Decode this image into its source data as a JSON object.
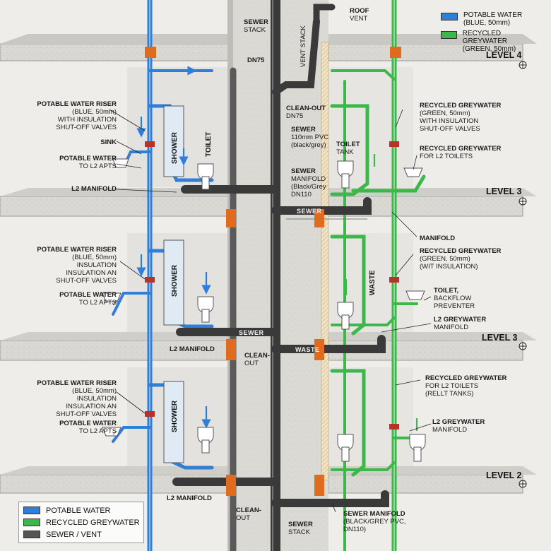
{
  "colors": {
    "potable": "#2f7fd8",
    "greywater": "#3cb84a",
    "sewer": "#4a4a4a",
    "valve": "#b8322a",
    "firestop": "#e06a1e"
  },
  "legend_top": {
    "items": [
      {
        "label": "POTABLE WATER",
        "sub": "(BLUE, 50mm)",
        "color": "#2f7fd8"
      },
      {
        "label": "RECYCLED GREYWATER",
        "sub": "(GREEN, 50mm)",
        "color": "#3cb84a"
      }
    ]
  },
  "legend_bottom": {
    "items": [
      {
        "label": "POTABLE WATER",
        "color": "#2f7fd8"
      },
      {
        "label": "RECYCLED GREYWATER",
        "color": "#3cb84a"
      },
      {
        "label": "SEWER / VENT",
        "color": "#555555"
      }
    ]
  },
  "levels": {
    "l4": "LEVEL 4",
    "l3a": "LEVEL 3",
    "l3b": "LEVEL 3",
    "l2": "LEVEL 2"
  },
  "labels": {
    "sewer_stack_top": [
      "SEWER",
      "STACK"
    ],
    "roof_vent": [
      "ROOF",
      "VENT"
    ],
    "vent_stack": "VENT STACK",
    "dn75": "DN75",
    "clean_out_dn75": [
      "CLEAN-OUT",
      "DN75"
    ],
    "sewer_pvc": [
      "SEWER",
      "110mm PVC",
      "(black/grey)"
    ],
    "sewer_manifold": [
      "SEWER",
      "MANIFOLD",
      "(Black/Grey",
      "DN110"
    ],
    "manifold": "MANIFOLD",
    "rg_riser_top": [
      "RECYCLED GREYWATER",
      "(GREEN, 50mm)",
      "WITH INSULATION",
      "SHUT-OFF VALVES"
    ],
    "toilet_tank": [
      "TOILET",
      "TANK"
    ],
    "rg_for_l2_toilets_top": [
      "RECYCLED GREYWATER",
      "FOR L2 TOILETS"
    ],
    "rg_mid": [
      "RECYCLED GREYWATER",
      "(GREEN, 50mm)",
      "(WIT INSULATION)"
    ],
    "toilet_backflow": [
      "TOILET,",
      "BACKFLOW",
      "PREVENTER"
    ],
    "l2_gw_manifold_mid": [
      "L2 GREYWATER",
      "MANIFOLD"
    ],
    "rg_for_l2_toilets_low": [
      "RECYCLED GREYWATER",
      "FOR L2 TOILETS",
      "(RELLT TANKS)"
    ],
    "l2_gw_manifold_low": [
      "L2 GREYWATER",
      "MANIFOLD"
    ],
    "sewer_manifold_bottom": [
      "SEWER MANIFOLD",
      "(BLACK/GREY PVC,",
      "DN110)"
    ],
    "sewer_stack_bottom": [
      "SEWER",
      "STACK"
    ],
    "clean_out_mid": [
      "CLEAN-",
      "OUT"
    ],
    "clean_out_bottom": [
      "CLEAN-",
      "OUT"
    ],
    "potable_riser_top": [
      "POTABLE WATER RISER",
      "(BLUE, 50mm)",
      "WITH INSULATION",
      "SHUT-OFF VALVES"
    ],
    "sink": "SINK",
    "potable_to_l2_top": [
      "POTABLE WATER",
      "TO L2 APTS"
    ],
    "l2_manifold_top": "L2 MANIFOLD",
    "potable_riser_mid": [
      "POTABLE WATER RISER",
      "(BLUE, 50mm)",
      "INSULATION",
      "INSULATION AN",
      "SHUT-OFF VALVES"
    ],
    "potable_to_l2_mid": [
      "POTABLE WATER",
      "TO L2 APTS"
    ],
    "l2_manifold_mid": "L2 MANIFOLD",
    "potable_riser_low": [
      "POTABLE WATER RISER",
      "(BLUE, 50mm)",
      "INSULATION",
      "INSULATION AN",
      "SHUT-OFF VALVES"
    ],
    "potable_to_l2_low": [
      "POTABLE WATER",
      "TO L2 APTS"
    ],
    "l2_manifold_low": "L2 MANIFOLD",
    "shower": "SHOWER",
    "toilet": "TOILET",
    "waste": "WASTE",
    "pipe_sewer": "SEWER",
    "pipe_waste": "WASTE"
  }
}
